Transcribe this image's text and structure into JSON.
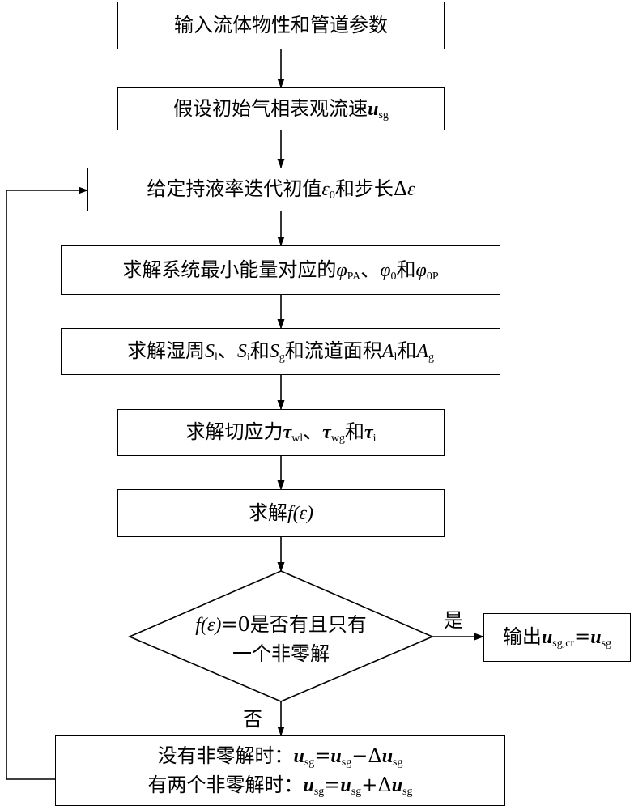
{
  "nodes": {
    "input": {
      "label": "输入流体物性和管道参数"
    },
    "assume": {
      "label": "假设初始气相表观流速",
      "var": "u",
      "sub": "sg"
    },
    "iterate": {
      "label": "给定持液率迭代初值",
      "var1": "ε",
      "sub1": "0",
      "mid": "和步长Δ",
      "var2": "ε"
    },
    "minenergy": {
      "label": "求解系统最小能量对应的",
      "v1": "φ",
      "s1": "PA",
      "sep1": "、",
      "v2": "φ",
      "s2": "0",
      "and": "和",
      "v3": "φ",
      "s3": "0P"
    },
    "wetted": {
      "label": "求解湿周",
      "S": "S",
      "s1": "l",
      "sep": "、",
      "s2": "i",
      "and1": "和",
      "s3": "g",
      "mid": "和流道面积",
      "A": "A",
      "a1": "l",
      "and2": "和",
      "a2": "g"
    },
    "shear": {
      "label": "求解切应力",
      "tau": "τ",
      "t1": "wl",
      "sep": "、",
      "t2": "wg",
      "and": "和",
      "t3": "i"
    },
    "solvef": {
      "label": "求解",
      "f": "f",
      "arg": "(ε)"
    },
    "decision": {
      "line1_f": "f",
      "line1_arg": "(ε)",
      "line1_rest": "=0是否有且只有",
      "line2": "一个非零解"
    },
    "output": {
      "label": "输出",
      "u": "u",
      "sub_cr": "sg,cr",
      "eq": "=",
      "sub": "sg"
    },
    "update": {
      "line1_label": "没有非零解时：",
      "line1_op": "=",
      "line1_minus": "−Δ",
      "line2_label": "有两个非零解时：",
      "line2_op": "=",
      "line2_plus": "+Δ",
      "u": "u",
      "sub": "sg"
    }
  },
  "edges": {
    "yes_label": "是",
    "no_label": "否"
  }
}
